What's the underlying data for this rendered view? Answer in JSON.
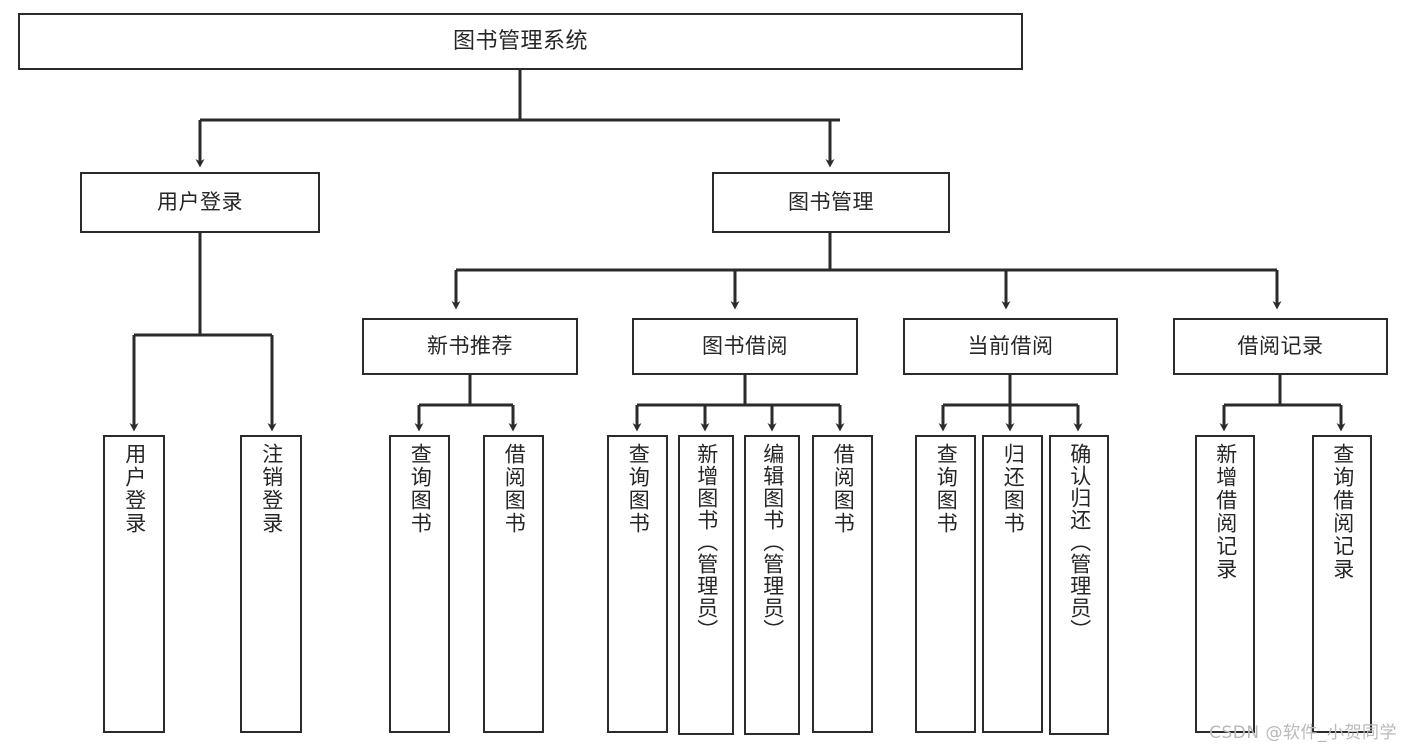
{
  "diagram": {
    "title": "图书管理系统",
    "type": "tree-hierarchy-chart",
    "root": {
      "label": "图书管理系统"
    },
    "tier1": [
      {
        "label": "用户登录"
      },
      {
        "label": "图书管理"
      }
    ],
    "tier2": [
      {
        "label": "新书推荐"
      },
      {
        "label": "图书借阅"
      },
      {
        "label": "当前借阅"
      },
      {
        "label": "借阅记录"
      }
    ],
    "leaves": {
      "user_login": [
        {
          "label": "用户登录"
        },
        {
          "label": "注销登录"
        }
      ],
      "new_book_recommend": [
        {
          "label": "查询图书"
        },
        {
          "label": "借阅图书"
        }
      ],
      "book_borrow": [
        {
          "label": "查询图书"
        },
        {
          "label": "新增图书（管理员）"
        },
        {
          "label": "编辑图书（管理员）"
        },
        {
          "label": "借阅图书"
        }
      ],
      "current_borrow": [
        {
          "label": "查询图书"
        },
        {
          "label": "归还图书"
        },
        {
          "label": "确认归还（管理员）"
        }
      ],
      "borrow_record": [
        {
          "label": "新增借阅记录"
        },
        {
          "label": "查询借阅记录"
        }
      ]
    }
  },
  "watermark": {
    "text": "CSDN @软件_小贺同学"
  },
  "colors": {
    "stroke": "#2b2b2b",
    "text": "#262626",
    "background": "#ffffff",
    "watermark": "#b9b9b9"
  }
}
